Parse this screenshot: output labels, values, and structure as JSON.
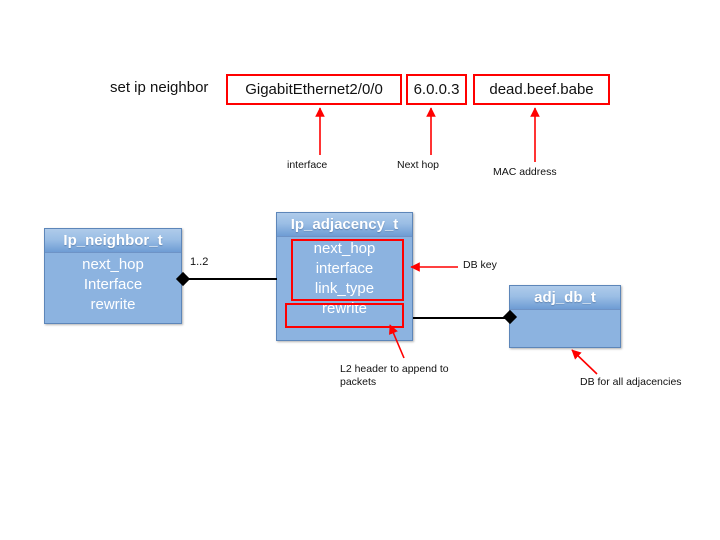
{
  "command": {
    "label": "set ip neighbor",
    "fields": [
      {
        "name": "interface",
        "value": "GigabitEthernet2/0/0",
        "annotation": "interface"
      },
      {
        "name": "next_hop",
        "value": "6.0.0.3",
        "annotation": "Next hop"
      },
      {
        "name": "mac",
        "value": "dead.beef.babe",
        "annotation": "MAC address"
      }
    ]
  },
  "classes": {
    "neighbor": {
      "title": "Ip_neighbor_t",
      "attributes": [
        "next_hop",
        "Interface",
        "rewrite"
      ]
    },
    "adjacency": {
      "title": "Ip_adjacency_t",
      "key_attributes": [
        "next_hop",
        "interface",
        "link_type"
      ],
      "rewrite_attribute": "rewrite"
    },
    "adj_db": {
      "title": "adj_db_t",
      "attributes": []
    }
  },
  "relations": {
    "neighbor_to_adjacency_multiplicity": "1..2"
  },
  "annotations": {
    "db_key": "DB key",
    "l2_header_line1": "L2 header to append to",
    "l2_header_line2": "packets",
    "db_for_all": "DB for all adjacencies"
  },
  "colors": {
    "callout_red": "#FF0000",
    "box_body_blue": "#8CB3E0",
    "box_header_blue": "#6E9CD4",
    "connector_black": "#000000",
    "text_white": "#FFFFFF",
    "text_dark": "#111111"
  }
}
